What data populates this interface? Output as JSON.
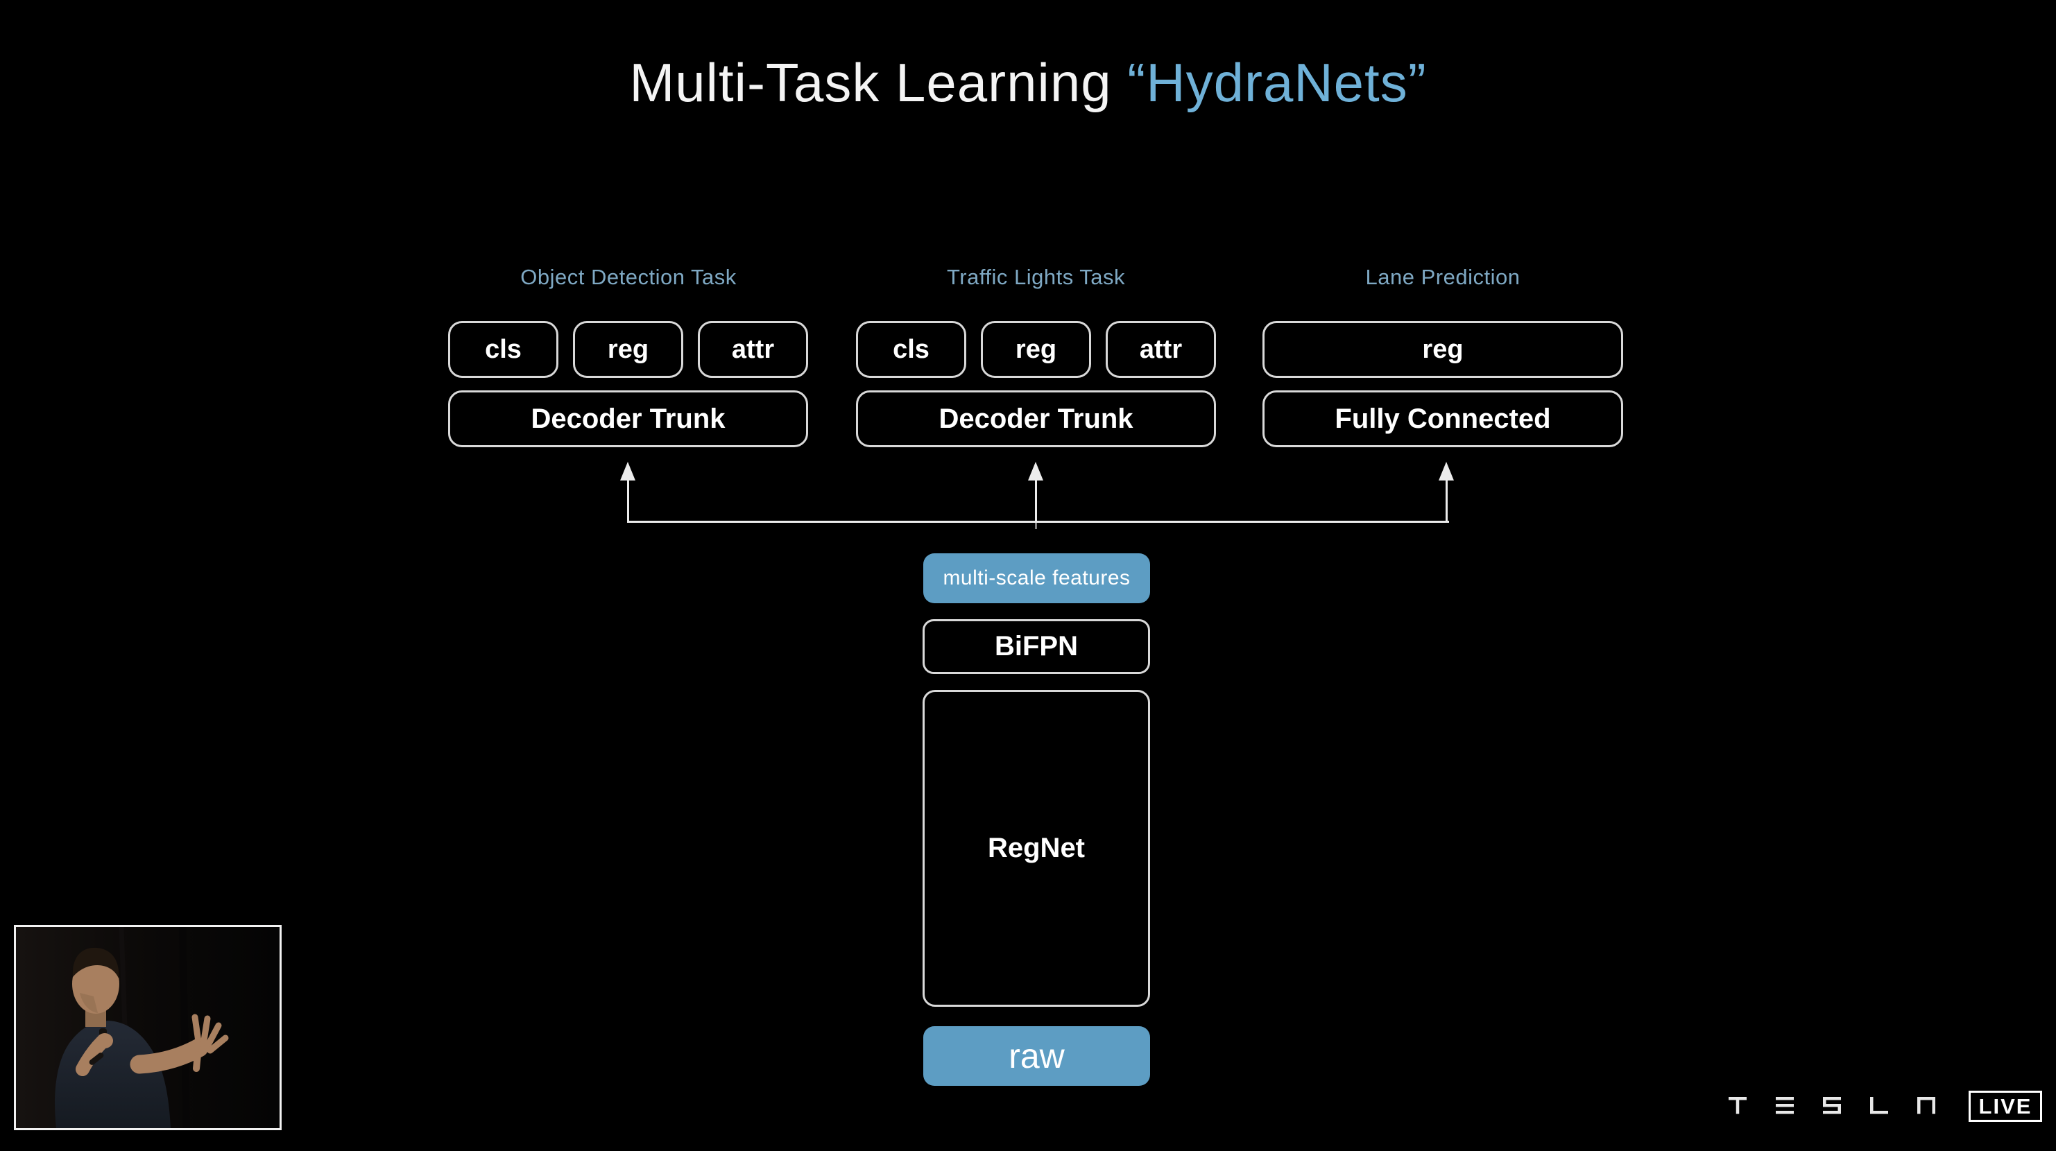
{
  "slide": {
    "title": {
      "main": "Multi-Task Learning",
      "accent": "“HydraNets”"
    },
    "tasks": [
      {
        "header": "Object Detection Task",
        "heads": [
          "cls",
          "reg",
          "attr"
        ],
        "trunk": "Decoder Trunk"
      },
      {
        "header": "Traffic Lights Task",
        "heads": [
          "cls",
          "reg",
          "attr"
        ],
        "trunk": "Decoder Trunk"
      },
      {
        "header": "Lane Prediction",
        "heads": [
          "reg"
        ],
        "trunk": "Fully Connected"
      }
    ],
    "backbone": {
      "features": "multi-scale features",
      "neck": "BiFPN",
      "body": "RegNet",
      "input": "raw"
    }
  },
  "overlay": {
    "brand": "TESLA",
    "live": "LIVE"
  },
  "colors": {
    "background": "#000000",
    "accent_blue": "#5d9dc3",
    "title_blue": "#6fb1d8",
    "label_blue": "#7fa9c4",
    "box_border": "#d9d9d9",
    "line": "#ececec"
  }
}
